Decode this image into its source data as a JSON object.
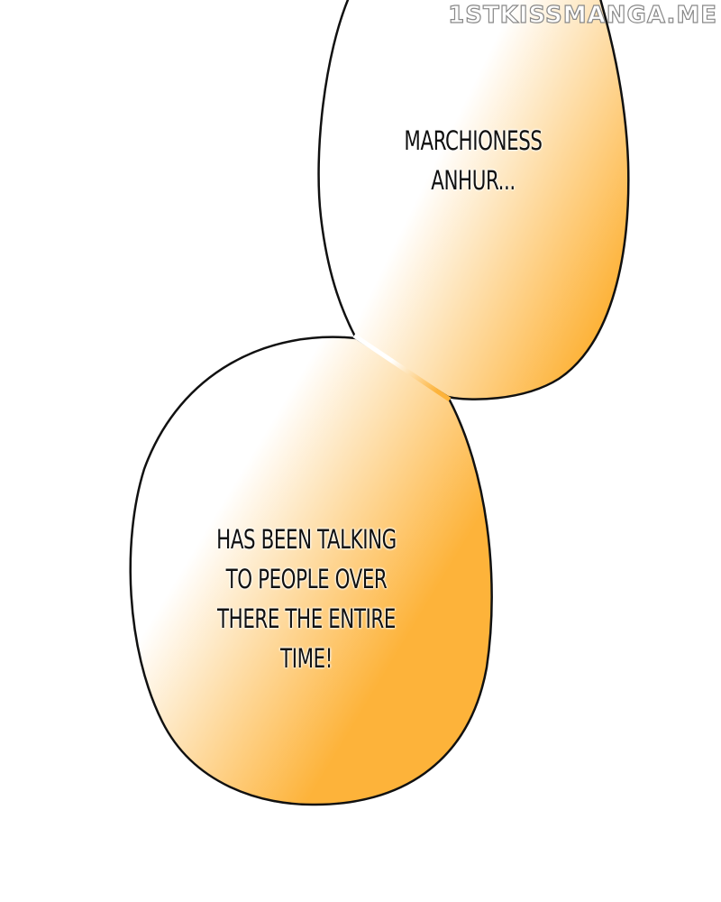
{
  "watermark": "1STKISSMANGA.ME",
  "bubbles": [
    {
      "lines": [
        "MARCHIONESS",
        "ANHUR..."
      ]
    },
    {
      "lines": [
        "HAS BEEN TALKING",
        "TO PEOPLE OVER",
        "THERE THE ENTIRE",
        "TIME!"
      ]
    }
  ],
  "colors": {
    "bubble_light": "#ffffff",
    "bubble_dark": "#fdb33a",
    "outline": "#111111"
  }
}
